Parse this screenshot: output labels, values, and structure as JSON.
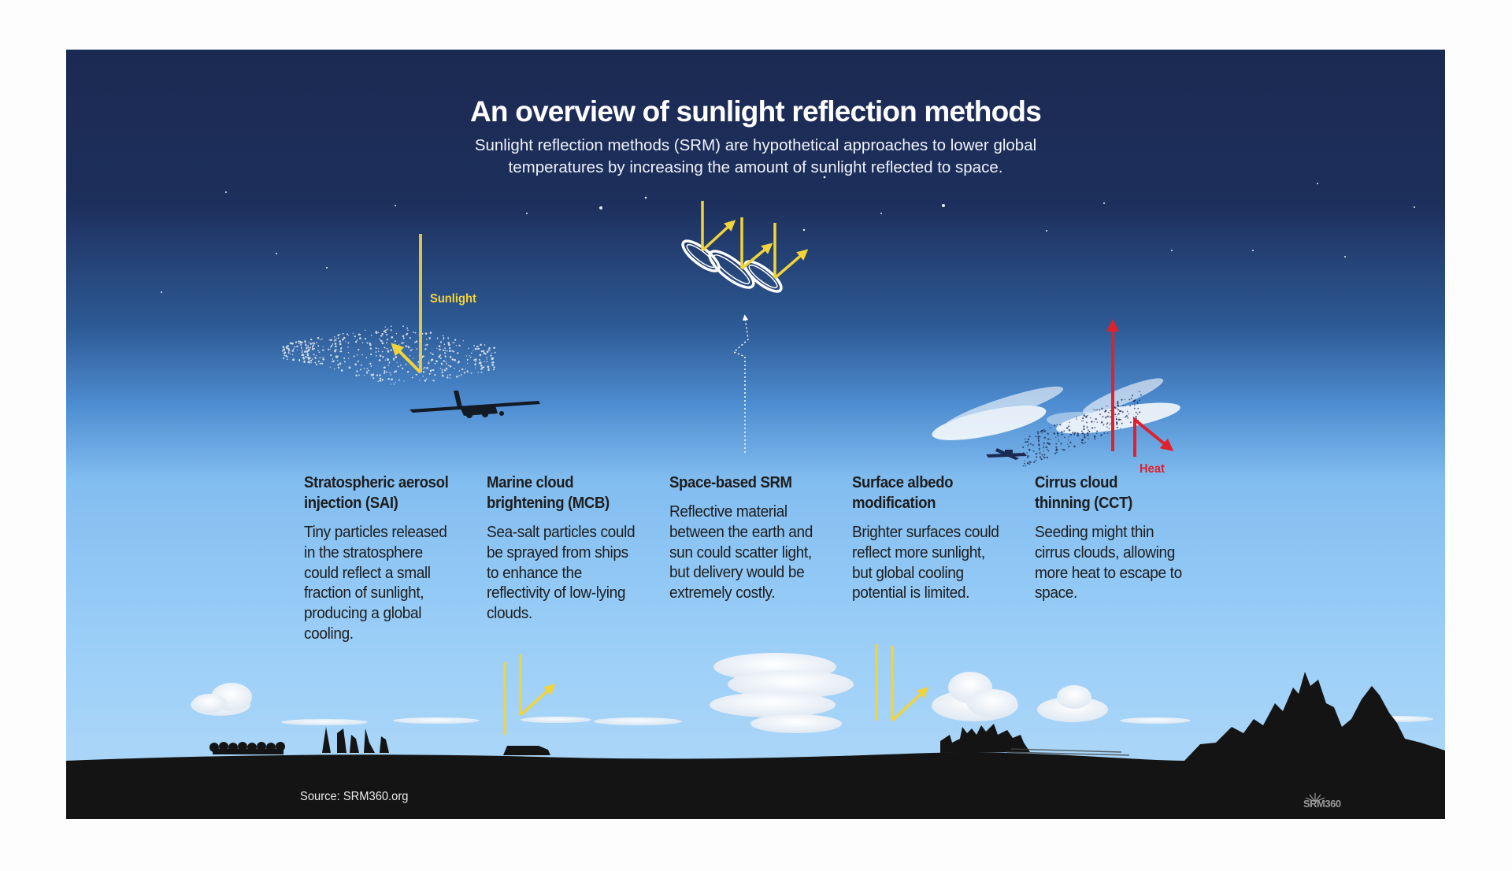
{
  "title": "An overview of sunlight reflection methods",
  "subtitle_lines": [
    "Sunlight reflection methods (SRM) are hypothetical approaches to lower global",
    "temperatures by increasing the amount of sunlight reflected to space."
  ],
  "labels": {
    "sunlight": "Sunlight",
    "heat": "Heat"
  },
  "methods": [
    {
      "name_lines": [
        "Stratospheric aerosol",
        "injection (SAI)"
      ],
      "desc_lines": [
        "Tiny particles released",
        "in the stratosphere",
        "could reflect a small",
        "fraction of sunlight,",
        "producing a global",
        "cooling."
      ]
    },
    {
      "name_lines": [
        "Marine cloud",
        "brightening (MCB)"
      ],
      "desc_lines": [
        "Sea-salt particles could",
        "be sprayed from ships",
        "to enhance the",
        "reflectivity of low-lying",
        "clouds."
      ]
    },
    {
      "name_lines": [
        "Space-based SRM"
      ],
      "desc_lines": [
        "Reflective material",
        "between the earth and",
        "sun could scatter light,",
        "but delivery would be",
        "extremely costly."
      ]
    },
    {
      "name_lines": [
        "Surface albedo",
        "modification"
      ],
      "desc_lines": [
        "Brighter surfaces could",
        "reflect more sunlight,",
        "but global cooling",
        "potential is limited."
      ]
    },
    {
      "name_lines": [
        "Cirrus cloud",
        "thinning (CCT)"
      ],
      "desc_lines": [
        "Seeding might thin",
        "cirrus clouds, allowing",
        "more heat to escape to",
        "space."
      ]
    }
  ],
  "source": "Source: SRM360.org",
  "logo_text": "SRM360",
  "colors": {
    "sunlight": "#f2d33a",
    "heat": "#e0202a",
    "ground": "#141414"
  }
}
